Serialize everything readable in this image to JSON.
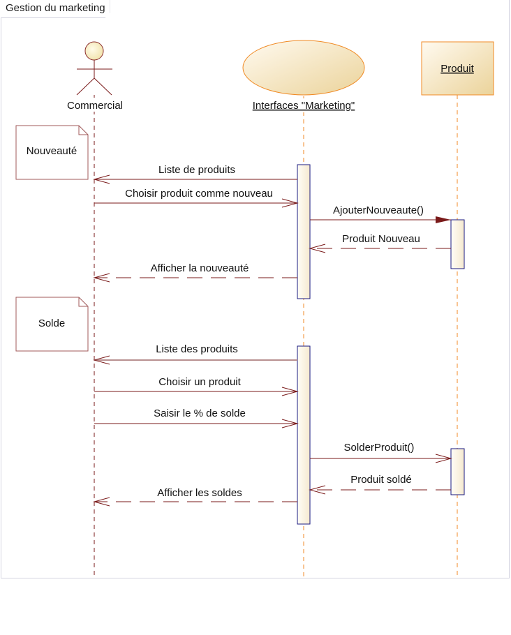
{
  "diagram": {
    "title": "Gestion du marketing",
    "colors": {
      "actor_line": "#7a1a1a",
      "object_border": "#f08a24",
      "lifeline_object": "#f08a24",
      "lifeline_actor": "#7a1a1a",
      "activation_border": "#1a1a80",
      "message": "#7a1a1a",
      "note_border": "#a05a5a"
    },
    "participants": [
      {
        "id": "commercial",
        "type": "actor",
        "label": "Commercial",
        "underlined": false
      },
      {
        "id": "interfaces",
        "type": "boundary-ellipse",
        "label": "Interfaces \"Marketing\"",
        "underlined": true
      },
      {
        "id": "produit",
        "type": "object",
        "label": "Produit",
        "underlined": true
      }
    ],
    "notes": [
      {
        "text": "Nouveauté"
      },
      {
        "text": "Solde"
      }
    ],
    "messages": [
      {
        "label": "Liste de produits",
        "from": "interfaces",
        "to": "commercial",
        "kind": "sync-open"
      },
      {
        "label": "Choisir produit comme nouveau",
        "from": "commercial",
        "to": "interfaces",
        "kind": "sync-open"
      },
      {
        "label": "AjouterNouveaute()",
        "from": "interfaces",
        "to": "produit",
        "kind": "call-filled"
      },
      {
        "label": "Produit Nouveau",
        "from": "produit",
        "to": "interfaces",
        "kind": "return"
      },
      {
        "label": "Afficher la nouveauté",
        "from": "interfaces",
        "to": "commercial",
        "kind": "return"
      },
      {
        "label": "Liste des produits",
        "from": "interfaces",
        "to": "commercial",
        "kind": "sync-open"
      },
      {
        "label": "Choisir un produit",
        "from": "commercial",
        "to": "interfaces",
        "kind": "sync-open"
      },
      {
        "label": "Saisir le % de solde",
        "from": "commercial",
        "to": "interfaces",
        "kind": "sync-open"
      },
      {
        "label": "SolderProduit()",
        "from": "interfaces",
        "to": "produit",
        "kind": "sync-open"
      },
      {
        "label": "Produit soldé",
        "from": "produit",
        "to": "interfaces",
        "kind": "return"
      },
      {
        "label": "Afficher les soldes",
        "from": "interfaces",
        "to": "commercial",
        "kind": "return"
      }
    ]
  }
}
